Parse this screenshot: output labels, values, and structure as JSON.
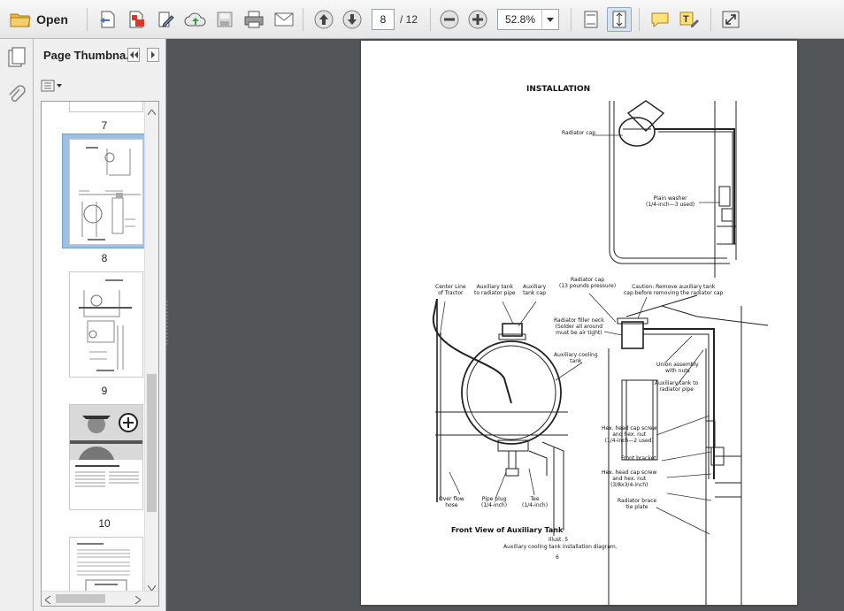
{
  "toolbar": {
    "open_label": "Open",
    "current_page": "8",
    "total_pages": "/ 12",
    "zoom": "52.8%",
    "icons": [
      "folder-icon",
      "create-pdf-icon",
      "convert-icon",
      "edit-icon",
      "cloud-upload-icon",
      "save-icon",
      "print-icon",
      "email-icon",
      "prev-page-icon",
      "next-page-icon",
      "zoom-out-icon",
      "zoom-in-icon",
      "fit-page-icon",
      "fit-width-icon",
      "comment-icon",
      "highlight-text-icon",
      "fullscreen-icon"
    ]
  },
  "sidebar": {
    "title": "Page Thumbna...",
    "thumbnails": [
      {
        "label": "7",
        "selected": false
      },
      {
        "label": "8",
        "selected": true
      },
      {
        "label": "9",
        "selected": false
      },
      {
        "label": "10",
        "selected": false
      }
    ]
  },
  "document": {
    "heading": "INSTALLATION",
    "top_labels": {
      "radiator_cap": "Radiator cap",
      "plain_washer": "Plain washer\n(1/4-inch—3 used)"
    },
    "labels": {
      "center_line": "Center Line\nof Tractor",
      "aux_pipe": "Auxiliary tank\nto radiator pipe",
      "aux_cap": "Auxiliary\ntank cap",
      "rad_cap_13": "Radiator cap\n(13 pounds pressure)",
      "caution": "Caution: Remove auxiliary tank\ncap before removing the radiator cap",
      "filler_neck": "Radiator filler neck\n(Solder all around\nmust be air tight)",
      "aux_tank": "Auxiliary cooling\ntank",
      "union": "Union assembly\nwith nuts",
      "aux_to_rad": "Auxiliary tank to\nradiator pipe",
      "hex1": "Hex. head cap screw\nand hex. nut\n(1/4-inch—2 used)",
      "front_bracket": "Front bracket",
      "hex2": "Hex. head cap screw\nand hex. nut\n(3/8x3/4-inch)",
      "brace": "Radiator brace\ntie plate",
      "overflow": "Over flow\nhose",
      "pipe_plug": "Pipe plug\n(1/4-inch)",
      "tee": "Tee\n(1/4-inch)",
      "front_view": "Front View of Auxiliary Tank",
      "illust": "Illust. 5",
      "caption": "Auxiliary cooling tank installation diagram.",
      "page_number": "6"
    }
  }
}
